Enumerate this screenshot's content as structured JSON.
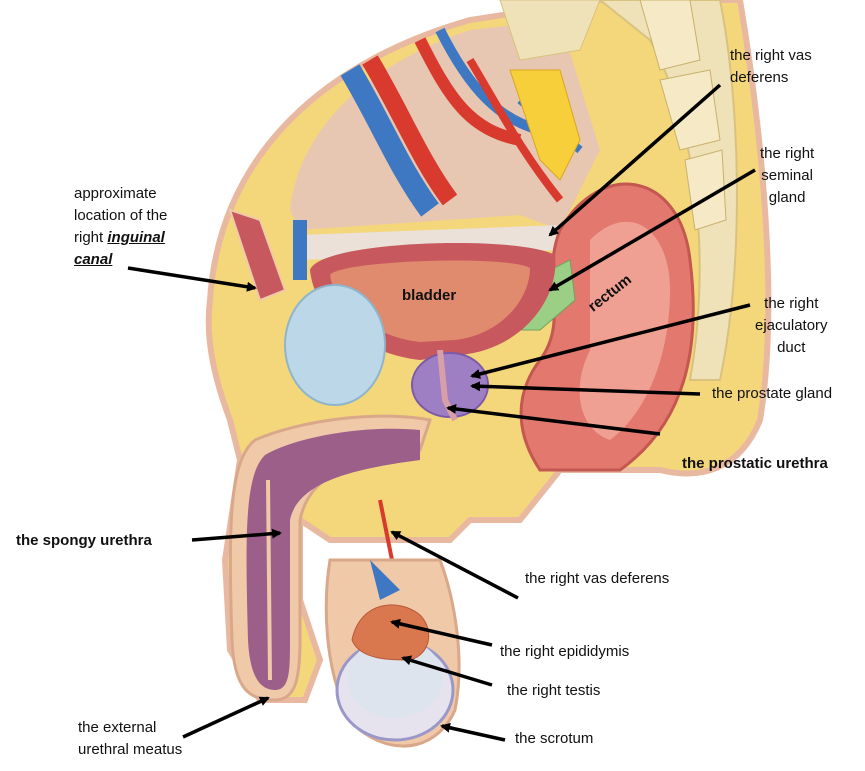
{
  "organ_labels": {
    "bladder": "bladder",
    "rectum": "rectum"
  },
  "labels": {
    "vas_upper": [
      "the right vas",
      "deferens"
    ],
    "seminal": [
      "the right",
      "seminal",
      "gland"
    ],
    "inguinal": {
      "line1": "approximate",
      "line2": "location of the",
      "line3_prefix": "right ",
      "line3_emph": "inguinal",
      "line4_emph": "canal"
    },
    "ejaculatory": [
      "the right",
      "ejaculatory",
      "duct"
    ],
    "prostate": "the prostate gland",
    "prostatic_urethra": "the prostatic urethra",
    "spongy_urethra": "the spongy urethra",
    "vas_lower": "the right vas deferens",
    "epididymis": "the right epididymis",
    "testis": "the right testis",
    "scrotum": "the scrotum",
    "meatus": [
      "the external",
      "urethral meatus"
    ]
  },
  "colors": {
    "fat": "#f4d77a",
    "skin": "#f0c9a8",
    "muscle": "#c6585e",
    "bladder_lining": "#e08a6e",
    "corpus": "#9b5f8a",
    "prostate": "#9e7fc4",
    "seminal": "#9ccf86",
    "bone": "#efe2b8",
    "artery": "#d83a2e",
    "vein": "#3f78c2",
    "testis": "#dde4ee",
    "epididymis": "#d9774e",
    "rectum": "#e2786e",
    "arrow": "#000000"
  }
}
